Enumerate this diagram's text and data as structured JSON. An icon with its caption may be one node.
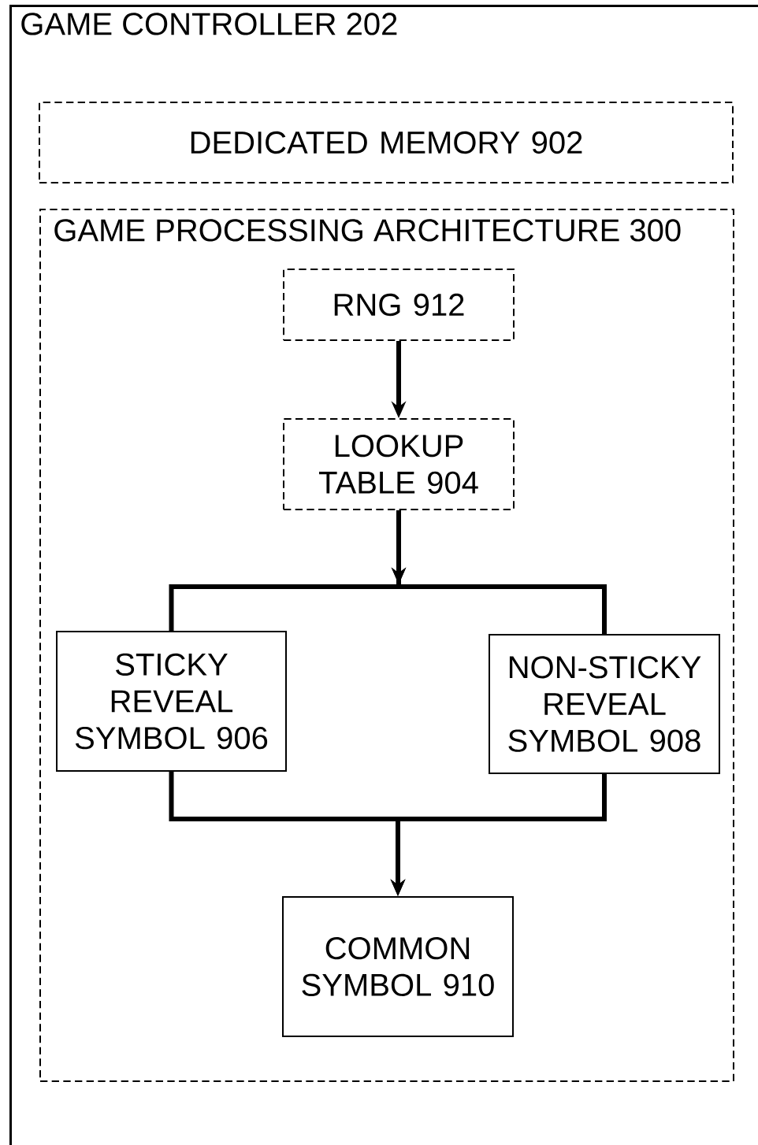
{
  "diagram": {
    "nodes": [
      {
        "text": [
          "GAME CONTROLLER 202"
        ]
      },
      {
        "text": [
          "DEDICATED MEMORY 902"
        ],
        "in": 0
      },
      {
        "text": [
          "GAME PROCESSING ARCHITECTURE 300"
        ],
        "in": 0
      },
      {
        "text": [
          "RNG 912"
        ],
        "in": 2
      },
      {
        "text": [
          "LOOKUP TABLE 904"
        ],
        "in": 2
      },
      {
        "text": [
          "STICKY REVEAL SYMBOL 906"
        ],
        "in": 2
      },
      {
        "text": [
          "NON-STICKY REVEAL SYMBOL 908"
        ],
        "in": 2
      },
      {
        "text": [
          "COMMON SYMBOL 910"
        ],
        "in": 2
      }
    ],
    "edges": [
      {
        "from": 3,
        "to": 4,
        "arrow": "to"
      },
      {
        "from": 4,
        "to": 5,
        "arrow": "to"
      },
      {
        "from": 4,
        "to": 6,
        "arrow": "to"
      },
      {
        "from": 5,
        "to": 7,
        "arrow": "to"
      },
      {
        "from": 6,
        "to": 7,
        "arrow": "to"
      }
    ]
  }
}
